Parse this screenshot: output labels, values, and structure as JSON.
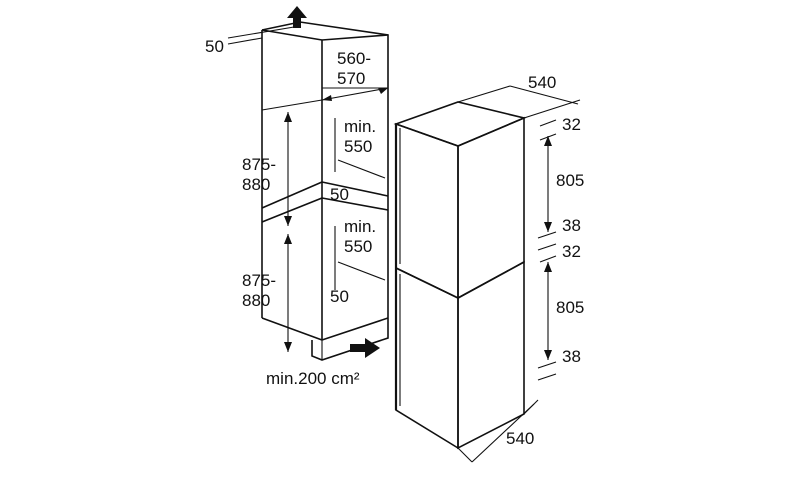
{
  "niche": {
    "top_gap": "50",
    "width_label_1": "560-",
    "width_label_2": "570",
    "depth_1_line1": "min.",
    "depth_1_line2": "550",
    "depth_2_line1": "min.",
    "depth_2_line2": "550",
    "shelf_1": "50",
    "shelf_2": "50",
    "height_1_line1": "875-",
    "height_1_line2": "880",
    "height_2_line1": "875-",
    "height_2_line2": "880",
    "vent": "min.200 cm²"
  },
  "appliance": {
    "top_width": "540",
    "bottom_width": "540",
    "upper": {
      "gap_top": "32",
      "height": "805",
      "gap_bottom": "38"
    },
    "lower": {
      "gap_top": "32",
      "height": "805",
      "gap_bottom": "38"
    }
  },
  "colors": {
    "ink": "#111111",
    "background": "#ffffff",
    "fill": "#ffffff"
  }
}
